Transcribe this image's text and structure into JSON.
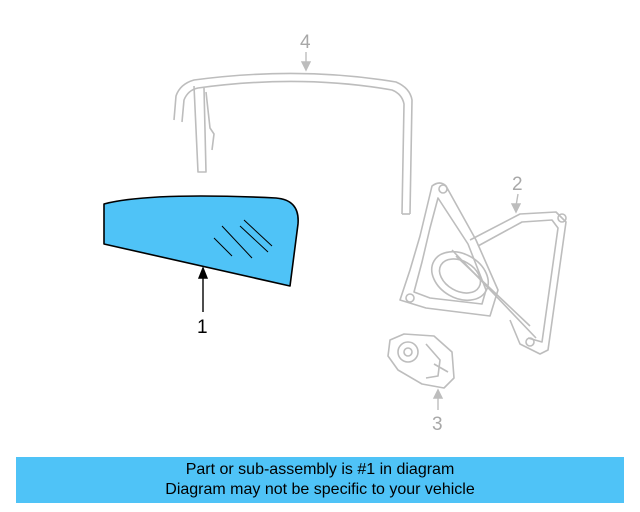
{
  "diagram": {
    "callouts": {
      "glass": "1",
      "regulator": "2",
      "motor": "3",
      "frame_seal": "4"
    },
    "colors": {
      "highlight_fill": "#4fc3f7",
      "highlight_stroke": "#000000",
      "faded_line": "#bdbdbd",
      "faded_text": "#a8a8a8"
    }
  },
  "banner": {
    "line1": "Part or sub-assembly is #1 in diagram",
    "line2": "Diagram may not be specific to your vehicle",
    "background": "#4fc3f7"
  }
}
